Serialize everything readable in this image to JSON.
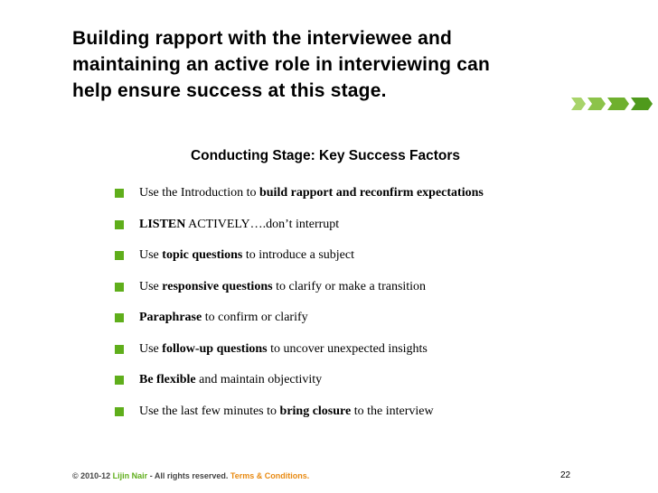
{
  "title": {
    "line1": "Building rapport with the interviewee and",
    "line2": "maintaining an active role in interviewing can",
    "line3": "help ensure success at this stage."
  },
  "heading": "Conducting Stage: Key Success Factors",
  "bullets": [
    {
      "pre": "Use the Introduction to ",
      "bold": "build rapport and reconfirm expectations",
      "post": ""
    },
    {
      "pre": "",
      "bold": "LISTEN",
      "post": " ACTIVELY….don’t interrupt"
    },
    {
      "pre": "Use ",
      "bold": "topic questions",
      "post": " to introduce a subject"
    },
    {
      "pre": "Use ",
      "bold": "responsive questions",
      "post": " to clarify or make a transition"
    },
    {
      "pre": "",
      "bold": "Paraphrase",
      "post": " to confirm or clarify"
    },
    {
      "pre": "Use ",
      "bold": "follow-up questions",
      "post": " to uncover unexpected insights"
    },
    {
      "pre": "",
      "bold": "Be flexible",
      "post": " and maintain objectivity"
    },
    {
      "pre": "Use the last few minutes to ",
      "bold": "bring closure",
      "post": " to the interview"
    }
  ],
  "footer": {
    "copyright": "© 2010-12 ",
    "author": "Lijin Nair",
    "rights": " - All rights reserved. ",
    "terms": "Terms & Conditions."
  },
  "page_number": "22",
  "colors": {
    "bullet": "#5fae1b",
    "chevron_light": "#a8d46a",
    "chevron_dark": "#4f9a1c",
    "author": "#5fae1b",
    "terms": "#e88a12"
  },
  "icons": [
    "square-bullet-icon",
    "chevron-arrow-icon"
  ]
}
